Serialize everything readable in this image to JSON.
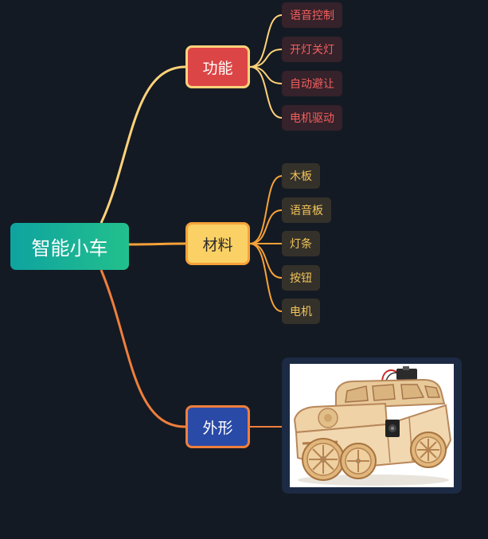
{
  "root": {
    "label": "智能小车"
  },
  "branches": [
    {
      "label": "功能",
      "leaves": [
        "语音控制",
        "开灯关灯",
        "自动避让",
        "电机驱动"
      ]
    },
    {
      "label": "材料",
      "leaves": [
        "木板",
        "语音板",
        "灯条",
        "按钮",
        "电机"
      ]
    },
    {
      "label": "外形"
    }
  ],
  "colors": {
    "background": "#141a23",
    "link_func": "#ffd27a",
    "link_mat": "#f6a239",
    "link_look": "#ef7f3c",
    "func_fill": "#dc4545",
    "mat_fill": "#fbd064",
    "look_fill": "#2a4aa7"
  },
  "image": {
    "icon": "wooden-toy-car-image"
  }
}
